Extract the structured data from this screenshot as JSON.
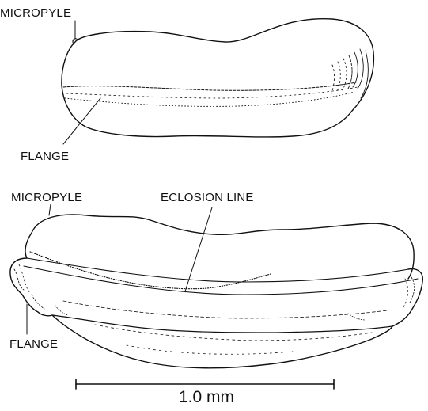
{
  "figure_top": {
    "labels": {
      "micropyle": "MICROPYLE",
      "flange": "FLANGE"
    }
  },
  "figure_bottom": {
    "labels": {
      "micropyle": "MICROPYLE",
      "eclosion_line": "ECLOSION LINE",
      "flange": "FLANGE"
    }
  },
  "scale_bar": {
    "label": "1.0 mm"
  },
  "colors": {
    "ink": "#111111",
    "background": "#ffffff"
  }
}
